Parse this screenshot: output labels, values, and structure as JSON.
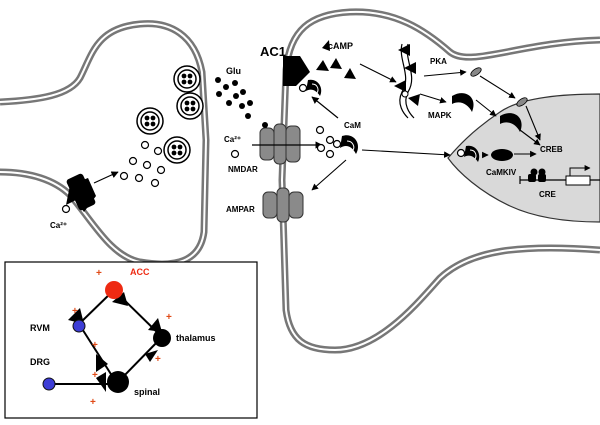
{
  "labels": {
    "glu": "Glu",
    "ac1": "AC1",
    "camp": "cAMP",
    "pka": "PKA",
    "mapk": "MAPK",
    "cam": "CaM",
    "ca_pre": "Ca²⁺",
    "ca_post": "Ca²⁺",
    "nmdar": "NMDAR",
    "ampar": "AMPAR",
    "camkiv": "CaMKIV",
    "creb": "CREB",
    "cre": "CRE"
  },
  "inset": {
    "acc": "ACC",
    "rvm": "RVM",
    "thalamus": "thalamus",
    "drg": "DRG",
    "spinal": "spinal",
    "plus": "+"
  },
  "colors": {
    "membrane": "#777777",
    "nucleus": "#d9d9d9",
    "acc": "#ee2a12",
    "blue_node": "#3d3dd6",
    "plus": "#e04a16",
    "channel": "#8a8a8a"
  }
}
